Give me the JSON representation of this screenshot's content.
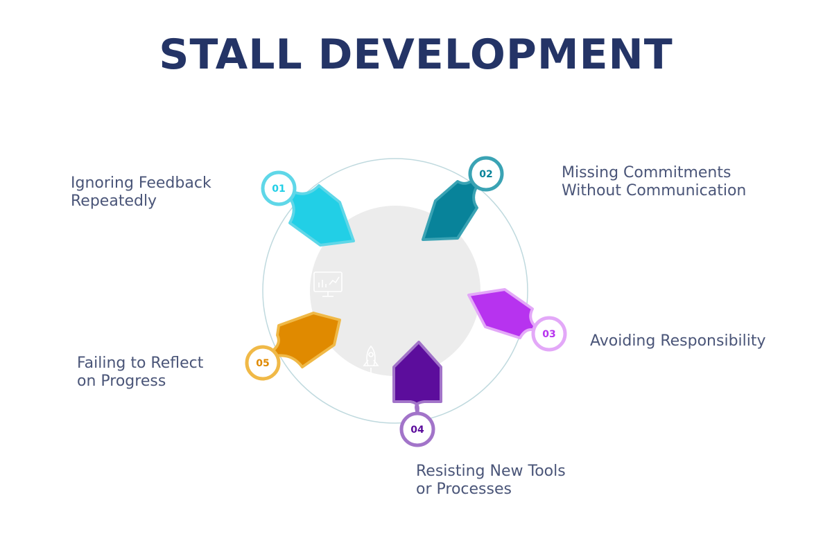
{
  "title": "STALL DEVELOPMENT",
  "items": [
    {
      "number": "01",
      "line1": "Ignoring Feedback",
      "line2": "Repeatedly",
      "color": "#22cfe6",
      "ring": "#5fd7e8"
    },
    {
      "number": "02",
      "line1": "Missing Commitments",
      "line2": "Without Communication",
      "color": "#08839a",
      "ring": "#3aa3b4"
    },
    {
      "number": "03",
      "line1": "Avoiding Responsibility",
      "line2": "",
      "color": "#b733ef",
      "ring": "#e3a8f8"
    },
    {
      "number": "04",
      "line1": "Resisting New Tools",
      "line2": "or Processes",
      "color": "#5c0d9c",
      "ring": "#a274c9"
    },
    {
      "number": "05",
      "line1": "Failing to Reflect",
      "line2": "on Progress",
      "color": "#e08a00",
      "ring": "#f0b947"
    }
  ],
  "center": {
    "icons": [
      "monitor-chart-icon",
      "rocket-icon"
    ],
    "circle_color": "#ececec",
    "ring_color": "#bfd9de"
  }
}
